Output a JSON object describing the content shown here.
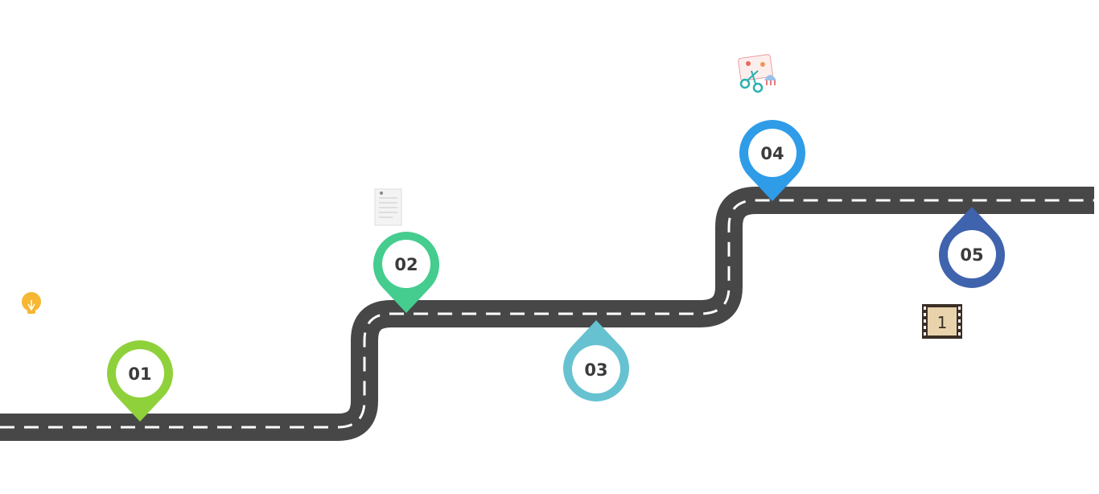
{
  "milestones": [
    {
      "label": "01",
      "color": "#8fd13b"
    },
    {
      "label": "02",
      "color": "#45cc8f"
    },
    {
      "label": "03",
      "color": "#66c2d1"
    },
    {
      "label": "04",
      "color": "#2f9ce8"
    },
    {
      "label": "05",
      "color": "#3f63ad"
    }
  ],
  "road": {
    "asphalt": "#474747",
    "lane": "#ffffff"
  },
  "decorations": {
    "bulb_icon": "light-bulb-icon",
    "document_icon": "document-icon",
    "scissors_icon": "scissors-icon",
    "film_icon": "film-frame-icon",
    "film_number": "1"
  }
}
